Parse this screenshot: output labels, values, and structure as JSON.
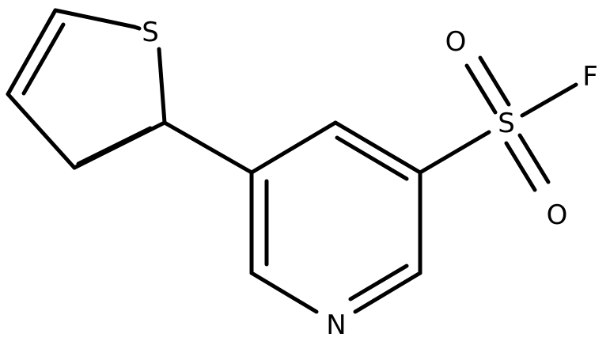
{
  "molecule": {
    "atoms": {
      "thiophene_s": "S",
      "sulfonyl_s": "S",
      "oxygen_top": "O",
      "oxygen_bottom": "O",
      "fluorine": "F",
      "pyridine_n": "N"
    }
  }
}
